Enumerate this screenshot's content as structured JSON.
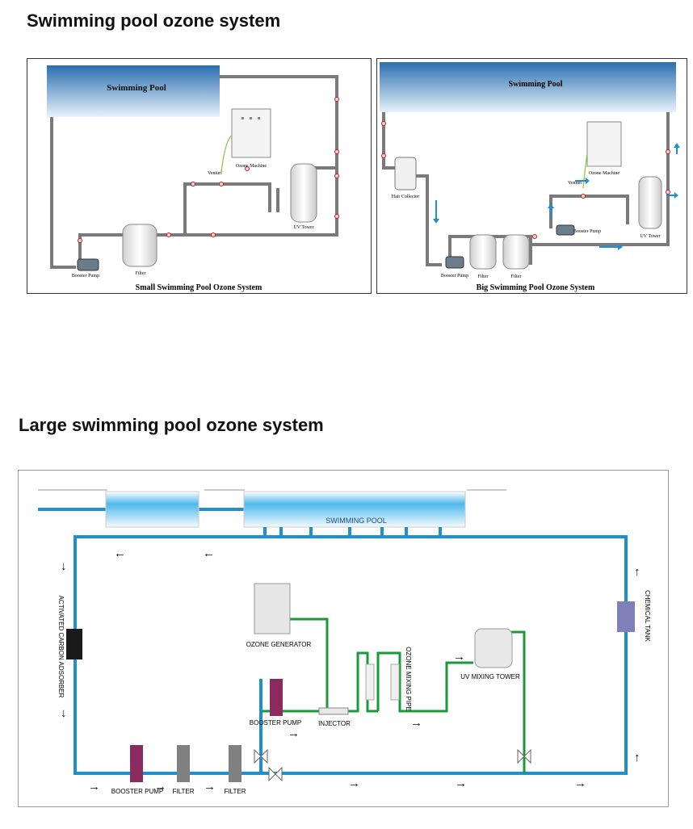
{
  "section1": {
    "title": "Swimming pool ozone system",
    "small": {
      "pool_label": "Swimming Pool",
      "ozone_machine": "Ozone Machine",
      "venturi": "Venturi",
      "uv_tower": "UV Tower",
      "booster_pump": "Booster Pump",
      "filter": "Filter",
      "caption": "Small Swimming Pool Ozone System"
    },
    "big": {
      "pool_label": "Swimming Pool",
      "hair_collector": "Hair Collector",
      "ozone_machine": "Ozone Machine",
      "venturi": "Venturi",
      "booster_pump_top": "Booster Pump",
      "uv_tower": "UV Tower",
      "booster_pump": "Booster Pump",
      "filter1": "Filter",
      "filter2": "Filter",
      "caption": "Big Swimming Pool Ozone System"
    }
  },
  "section2": {
    "title": "Large swimming pool ozone system",
    "pool_label": "SWIMMING POOL",
    "activated_carbon": "ACTIVATED CARBON ADSORBER",
    "chemical_tank": "CHEMICAL TANK",
    "ozone_generator": "OZONE GENERATOR",
    "ozone_mixing_pipe": "OZONE MIXING PIPE",
    "uv_mixing_tower": "UV MIXING TOWER",
    "booster_pump_mid": "BOOSTER PUMP",
    "injector": "INJECTOR",
    "booster_pump_bottom": "BOOSTER PUMP",
    "filter1": "FILTER",
    "filter2": "FILTER",
    "arrow_glyph": "→",
    "arrow_left": "←",
    "arrow_up": "↑",
    "arrow_down": "↓"
  },
  "colors": {
    "water_pipe": "#1e90d0",
    "ozone_pipe": "#1a9a3a",
    "grey_pipe": "#8a8a8a",
    "pool_gradient_top": "#2a6fb0",
    "pool_gradient_bottom": "#e8f2fa",
    "booster_pump": "#8b2a5f",
    "filter": "#808080",
    "chemical_tank": "#8080b8",
    "carbon_adsorber": "#1a1a1a"
  },
  "icons": [
    "arrow-icon",
    "pump-icon",
    "valve-icon",
    "tank-icon"
  ]
}
